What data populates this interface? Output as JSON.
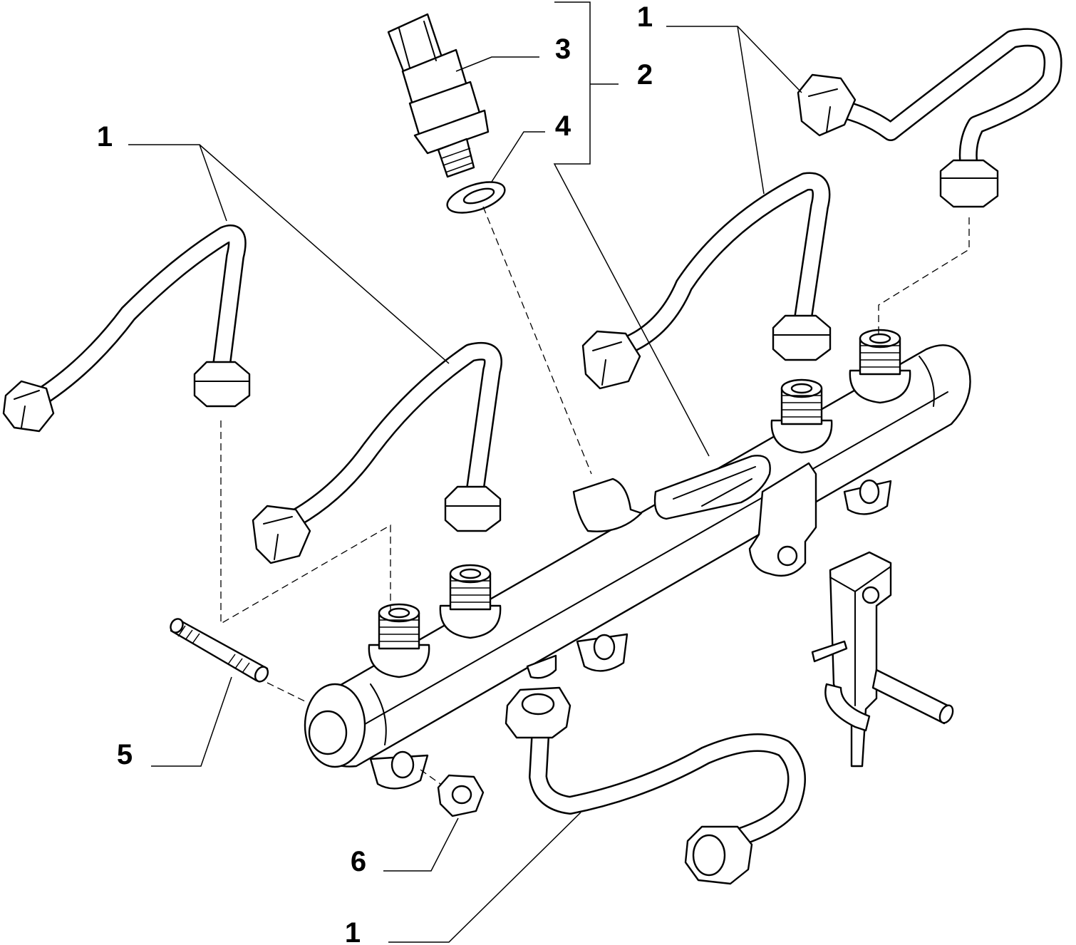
{
  "diagram": {
    "callouts": [
      {
        "id": "pipe-upper-right",
        "text": "1"
      },
      {
        "id": "sensor",
        "text": "3"
      },
      {
        "id": "sensor-assembly",
        "text": "2"
      },
      {
        "id": "washer",
        "text": "4"
      },
      {
        "id": "pipe-upper-left",
        "text": "1"
      },
      {
        "id": "stud",
        "text": "5"
      },
      {
        "id": "nut",
        "text": "6"
      },
      {
        "id": "pipe-bottom",
        "text": "1"
      }
    ],
    "parts": [
      {
        "name": "high-pressure-pipe"
      },
      {
        "name": "fuel-pressure-sensor-assembly"
      },
      {
        "name": "fuel-pressure-sensor"
      },
      {
        "name": "sealing-washer"
      },
      {
        "name": "stud"
      },
      {
        "name": "nut"
      },
      {
        "name": "fuel-rail"
      },
      {
        "name": "mounting-bracket"
      }
    ]
  }
}
